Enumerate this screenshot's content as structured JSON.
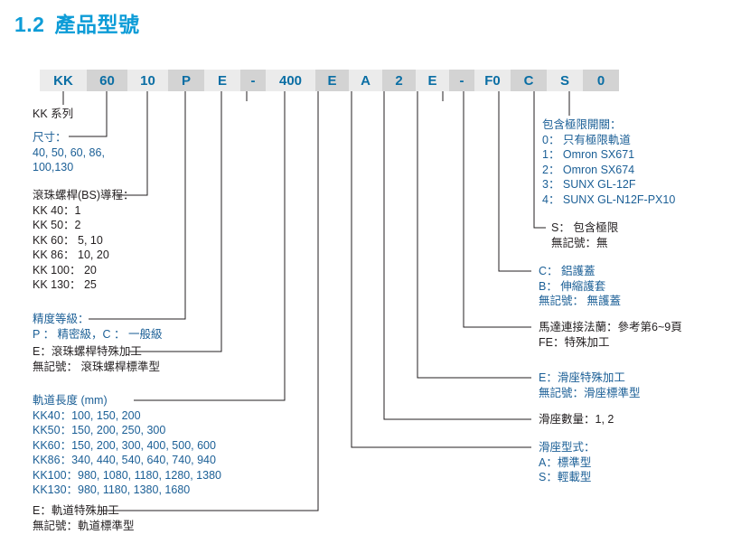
{
  "title": {
    "number": "1.2",
    "text": "產品型號"
  },
  "code_bar": {
    "cells": [
      {
        "label": "KK",
        "width": 52,
        "shade": "light"
      },
      {
        "label": "60",
        "width": 45,
        "shade": "dark"
      },
      {
        "label": "10",
        "width": 45,
        "shade": "light"
      },
      {
        "label": "P",
        "width": 40,
        "shade": "dark"
      },
      {
        "label": "E",
        "width": 40,
        "shade": "light"
      },
      {
        "label": "-",
        "width": 28,
        "shade": "dark"
      },
      {
        "label": "400",
        "width": 55,
        "shade": "light"
      },
      {
        "label": "E",
        "width": 37,
        "shade": "dark"
      },
      {
        "label": "A",
        "width": 37,
        "shade": "light"
      },
      {
        "label": "2",
        "width": 37,
        "shade": "dark"
      },
      {
        "label": "E",
        "width": 37,
        "shade": "light"
      },
      {
        "label": "-",
        "width": 28,
        "shade": "dark"
      },
      {
        "label": "F0",
        "width": 40,
        "shade": "light"
      },
      {
        "label": "C",
        "width": 40,
        "shade": "dark"
      },
      {
        "label": "S",
        "width": 40,
        "shade": "light"
      },
      {
        "label": "0",
        "width": 40,
        "shade": "dark"
      }
    ]
  },
  "left_annotations": {
    "series": {
      "lines": [
        "KK 系列"
      ]
    },
    "size": {
      "lines": [
        "尺寸：",
        "40, 50, 60, 86,",
        "100,130"
      ]
    },
    "ball_screw_lead": {
      "lines": [
        "滾珠螺桿(BS)導程：",
        "KK 40：1",
        "KK 50：2",
        "KK 60： 5, 10",
        "KK 86： 10, 20",
        "KK 100： 20",
        "KK 130： 25"
      ]
    },
    "accuracy_grade": {
      "lines": [
        "精度等級：",
        "P ： 精密級，C ： 一般級"
      ]
    },
    "ball_screw_machining": {
      "lines": [
        "E：滾珠螺桿特殊加工",
        "無記號： 滾珠螺桿標準型"
      ]
    },
    "rail_length": {
      "lines": [
        "軌道長度 (mm)",
        "KK40：100, 150, 200",
        "KK50：150, 200, 250, 300",
        "KK60：150, 200, 300,  400,  500, 600",
        "KK86：340, 440, 540, 640, 740, 940",
        "KK100：980, 1080, 1180, 1280, 1380",
        "KK130：980, 1180, 1380, 1680"
      ]
    },
    "rail_machining": {
      "lines": [
        "E：軌道特殊加工",
        "無記號：軌道標準型"
      ]
    }
  },
  "right_annotations": {
    "limit_switch": {
      "lines": [
        "包含極限開關：",
        "0： 只有極限軌道",
        "1： Omron SX671",
        "2： Omron SX674",
        "3： SUNX GL-12F",
        "4： SUNX GL-N12F-PX10"
      ]
    },
    "limit_included": {
      "lines": [
        "S： 包含極限",
        "無記號：無"
      ]
    },
    "cover_type": {
      "lines": [
        "C： 鋁護蓋",
        "B： 伸縮護套",
        "無記號： 無護蓋"
      ]
    },
    "motor_flange": {
      "lines": [
        "馬達連接法蘭：參考第6~9頁",
        "FE：特殊加工"
      ]
    },
    "slider_machining": {
      "lines": [
        "E：滑座特殊加工",
        "無記號：滑座標準型"
      ]
    },
    "slider_count": {
      "lines": [
        "滑座數量：1, 2"
      ]
    },
    "slider_type": {
      "lines": [
        "滑座型式：",
        "A：標準型",
        "S：輕載型"
      ]
    }
  }
}
